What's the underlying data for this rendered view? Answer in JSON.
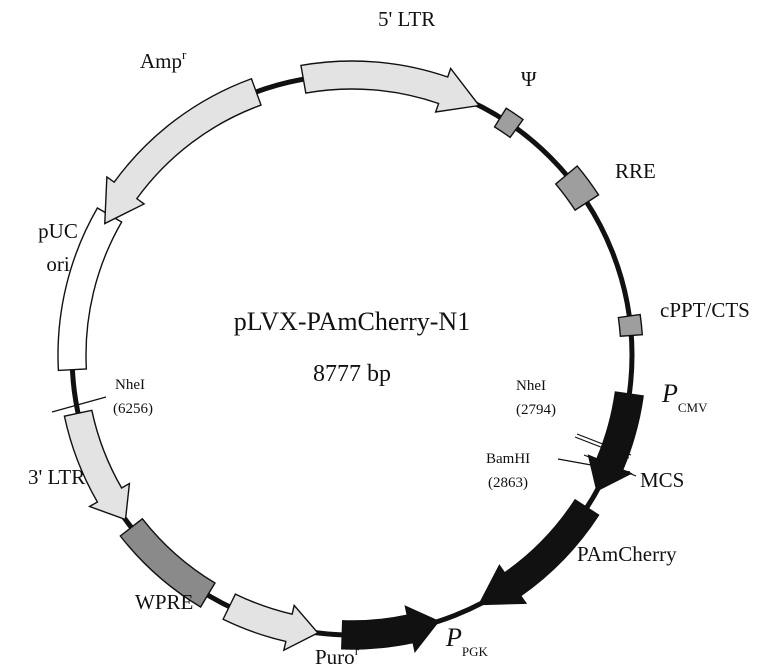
{
  "plasmid": {
    "name": "pLVX-PAmCherry-N1",
    "size": "8777 bp"
  },
  "colors": {
    "light": "#e3e3e3",
    "gray": "#9e9e9e",
    "dark": "#8a8a8a",
    "black": "#111111",
    "white": "#ffffff"
  },
  "features": [
    {
      "id": "ltr5",
      "kind": "arrow",
      "label": "5' LTR",
      "fill": "light"
    },
    {
      "id": "psi",
      "kind": "box",
      "label": "Ψ",
      "fill": "gray"
    },
    {
      "id": "rre",
      "kind": "box",
      "label": "RRE",
      "fill": "gray"
    },
    {
      "id": "cppt",
      "kind": "box",
      "label": "cPPT/CTS",
      "fill": "gray"
    },
    {
      "id": "pcmv",
      "kind": "arrow",
      "label_main": "P",
      "label_sub": "CMV",
      "fill": "black"
    },
    {
      "id": "pamcherry",
      "kind": "arrow",
      "label": "PAmCherry",
      "fill": "black"
    },
    {
      "id": "ppgk",
      "kind": "arrow",
      "label_main": "P",
      "label_sub": "PGK",
      "fill": "black"
    },
    {
      "id": "puro",
      "kind": "arrow",
      "label_main": "Puro",
      "label_sup": "r",
      "fill": "light"
    },
    {
      "id": "wpre",
      "kind": "box",
      "label": "WPRE",
      "fill": "dark"
    },
    {
      "id": "ltr3",
      "kind": "arrow",
      "label": "3' LTR",
      "fill": "light"
    },
    {
      "id": "puc",
      "kind": "box",
      "label_line1": "pUC",
      "label_line2": "ori",
      "fill": "white"
    },
    {
      "id": "amp",
      "kind": "arrow",
      "label_main": "Amp",
      "label_sup": "r",
      "fill": "light"
    }
  ],
  "sites": [
    {
      "id": "nhe1",
      "name": "NheI",
      "position": "(2794)"
    },
    {
      "id": "bamhi",
      "name": "BamHI",
      "position": "(2863)"
    },
    {
      "id": "nhe2",
      "name": "NheI",
      "position": "(6256)"
    }
  ],
  "mcs_label": "MCS"
}
